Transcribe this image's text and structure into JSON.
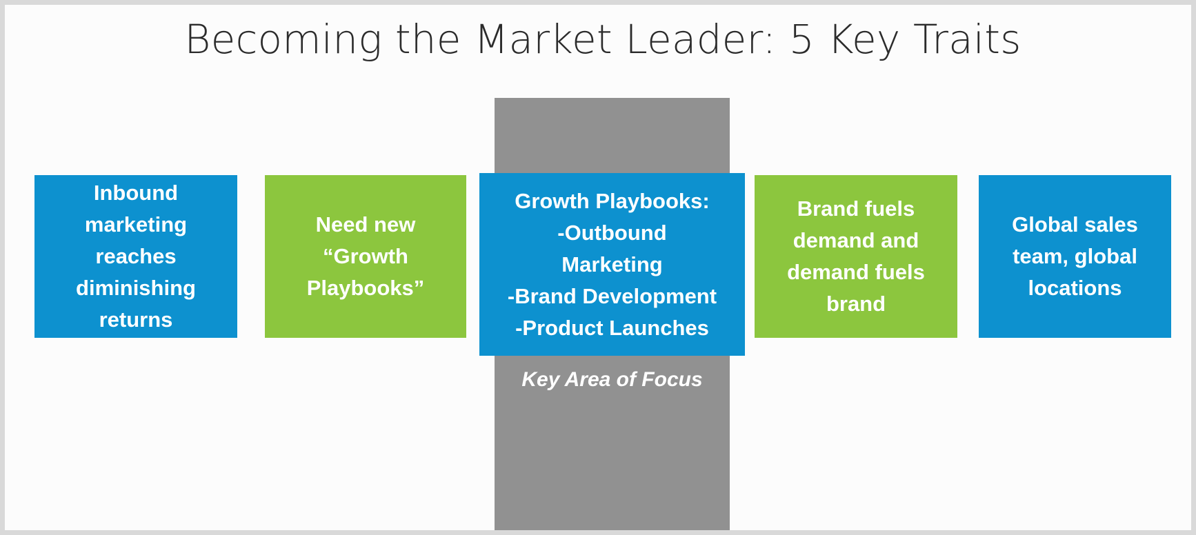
{
  "slide": {
    "title": "Becoming the Market Leader: 5 Key Traits",
    "background_color": "#fcfcfc",
    "border_color": "#d9d9d9",
    "title_color": "#2b2b2b"
  },
  "focus": {
    "caption": "Key Area of\nFocus",
    "bar_color": "#919191",
    "caption_color": "#ffffff"
  },
  "palette": {
    "blue": "#0d91cf",
    "green": "#8cc63e",
    "gray": "#919191",
    "text_on_fill": "#ffffff"
  },
  "traits": [
    {
      "index": 1,
      "text": "Inbound\nmarketing\nreaches\ndiminishing\nreturns",
      "color": "#0d91cf",
      "color_name": "blue",
      "emphasis": false
    },
    {
      "index": 2,
      "text": "Need new\n“Growth\nPlaybooks”",
      "color": "#8cc63e",
      "color_name": "green",
      "emphasis": false
    },
    {
      "index": 3,
      "text": "Growth Playbooks:\n-Outbound\nMarketing\n-Brand Development\n-Product Launches",
      "color": "#0d91cf",
      "color_name": "blue",
      "emphasis": true
    },
    {
      "index": 4,
      "text": "Brand fuels\ndemand and\ndemand fuels\nbrand",
      "color": "#8cc63e",
      "color_name": "green",
      "emphasis": false
    },
    {
      "index": 5,
      "text": "Global sales\nteam, global\nlocations",
      "color": "#0d91cf",
      "color_name": "blue",
      "emphasis": false
    }
  ]
}
